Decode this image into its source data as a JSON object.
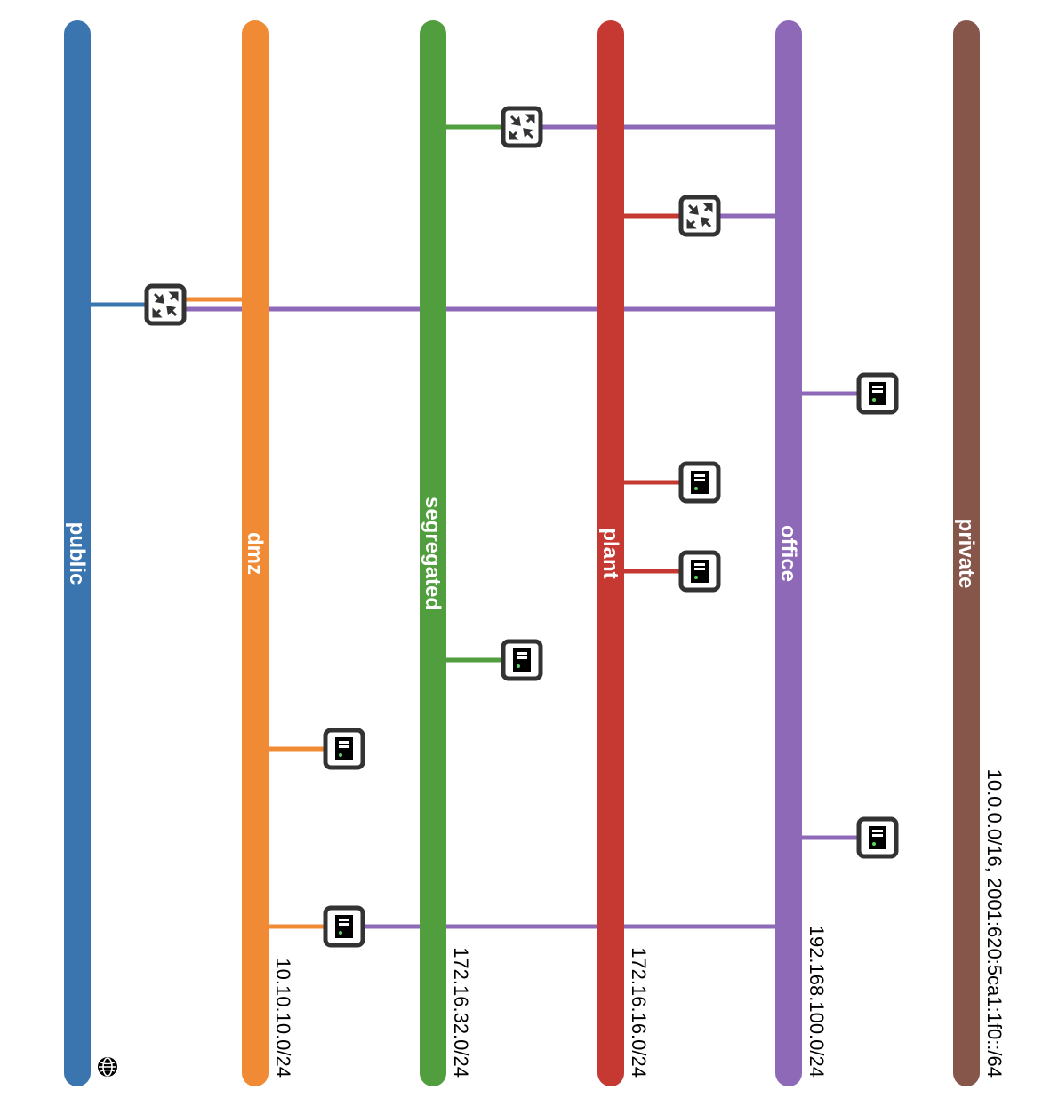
{
  "networks": [
    {
      "name": "public",
      "cidr": "",
      "color": "#3a75b0",
      "external": true
    },
    {
      "name": "dmz",
      "cidr": "10.10.10.0/24",
      "color": "#f08a35"
    },
    {
      "name": "segregated",
      "cidr": "172.16.32.0/24",
      "color": "#519e3e"
    },
    {
      "name": "plant",
      "cidr": "172.16.16.0/24",
      "color": "#c53932"
    },
    {
      "name": "office",
      "cidr": "192.168.100.0/24",
      "color": "#8d69b8"
    },
    {
      "name": "private",
      "cidr": "10.0.0.0/16, 2001:620:5ca1:1f0::/64",
      "color": "#86564b"
    }
  ],
  "icons": {
    "router": "router-icon",
    "server": "server-icon",
    "external": "globe-icon"
  }
}
